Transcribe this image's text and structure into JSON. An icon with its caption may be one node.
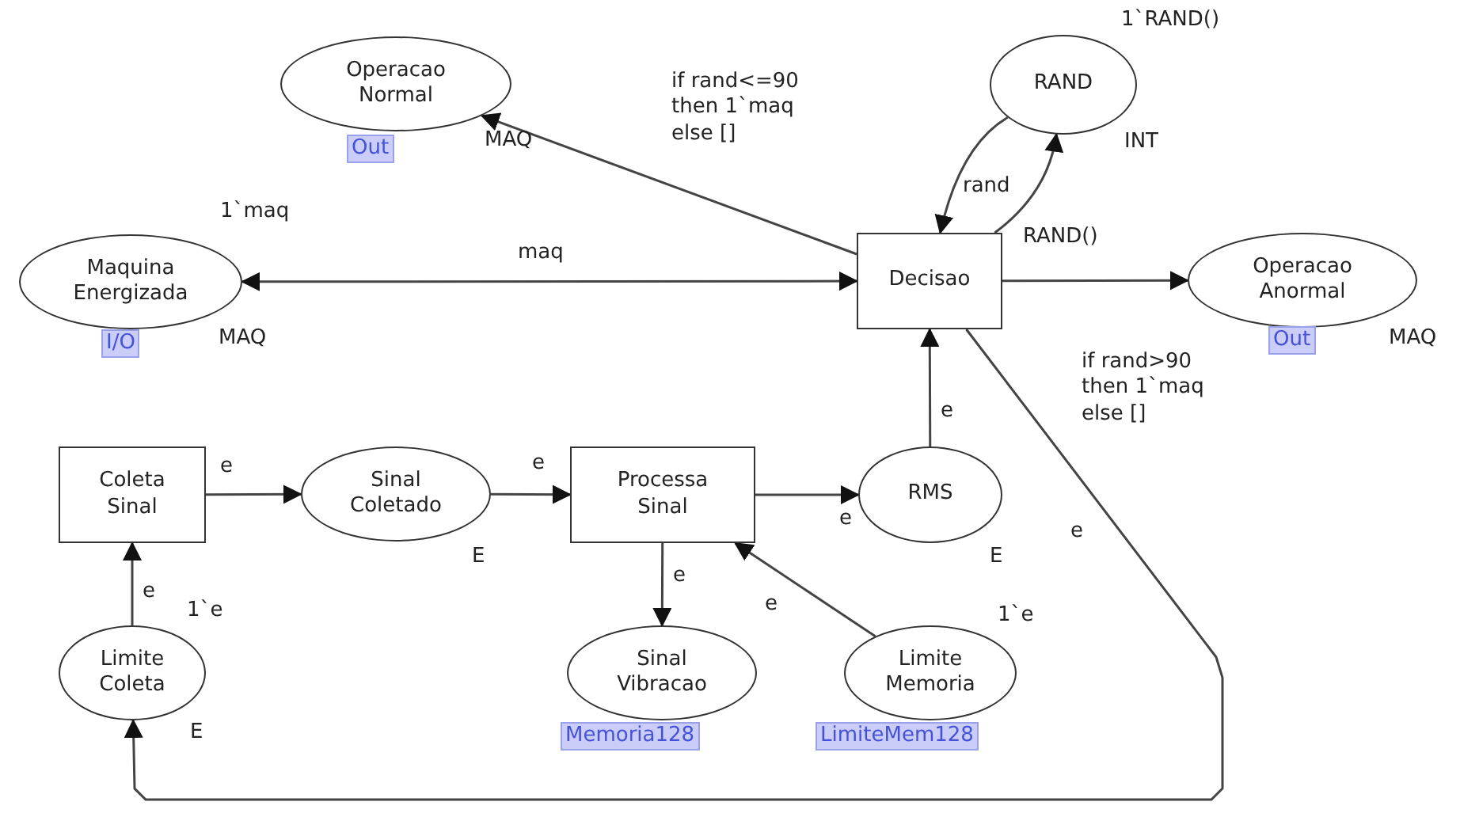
{
  "diagram": {
    "nodes": [
      {
        "text": [
          "Operacao Normal"
        ],
        "beside": [
          "Out",
          "MAQ"
        ]
      },
      {
        "text": [
          "Maquina Energizada"
        ],
        "beside": [
          "1`maq",
          "I/O",
          "MAQ"
        ]
      },
      {
        "text": [
          "Decisao"
        ]
      },
      {
        "text": [
          "RAND"
        ],
        "beside": [
          "1`RAND()",
          "INT"
        ]
      },
      {
        "text": [
          "Operacao Anormal"
        ],
        "beside": [
          "Out",
          "MAQ"
        ]
      },
      {
        "text": [
          "Coleta Sinal"
        ]
      },
      {
        "text": [
          "Sinal Coletado"
        ],
        "beside": [
          "E"
        ]
      },
      {
        "text": [
          "Processa Sinal"
        ]
      },
      {
        "text": [
          "RMS"
        ],
        "beside": [
          "E"
        ]
      },
      {
        "text": [
          "Sinal Vibracao"
        ],
        "beside": [
          "Memoria128"
        ]
      },
      {
        "text": [
          "Limite Memoria"
        ],
        "beside": [
          "1`e",
          "LimiteMem128"
        ]
      },
      {
        "text": [
          "Limite Coleta"
        ],
        "beside": [
          "1`e",
          "E"
        ]
      }
    ],
    "edges": [
      {
        "from": 2,
        "to": 0,
        "arrow": "to",
        "label": "if rand<=90 then 1`maq else []"
      },
      {
        "from": 2,
        "to": 1,
        "arrow": "both",
        "label": "maq"
      },
      {
        "from": 3,
        "to": 2,
        "arrow": "to",
        "label": "rand"
      },
      {
        "from": 2,
        "to": 3,
        "arrow": "to",
        "label": "RAND()"
      },
      {
        "from": 2,
        "to": 4,
        "arrow": "to",
        "label": "if rand>90 then 1`maq else []"
      },
      {
        "from": 5,
        "to": 6,
        "arrow": "to",
        "label": "e"
      },
      {
        "from": 6,
        "to": 7,
        "arrow": "to",
        "label": "e"
      },
      {
        "from": 7,
        "to": 8,
        "arrow": "to",
        "label": "e"
      },
      {
        "from": 8,
        "to": 2,
        "arrow": "to",
        "label": "e"
      },
      {
        "from": 7,
        "to": 9,
        "arrow": "to",
        "label": "e"
      },
      {
        "from": 10,
        "to": 7,
        "arrow": "to",
        "label": "e"
      },
      {
        "from": 11,
        "to": 5,
        "arrow": "to",
        "label": "e"
      },
      {
        "from": 2,
        "to": 11,
        "arrow": "to",
        "label": "e"
      }
    ]
  }
}
